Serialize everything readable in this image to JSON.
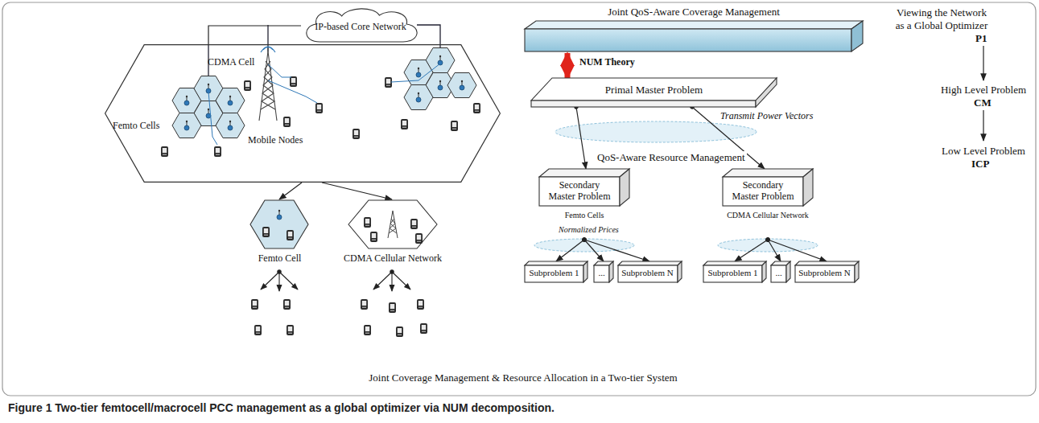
{
  "diagram": {
    "caption": "Figure 1 Two-tier femtocell/macrocell PCC management as a global optimizer via NUM decomposition.",
    "nodes": [
      {
        "text": [
          "IP-based Core Network"
        ]
      },
      {
        "text": [
          "Femto Cells",
          "CDMA Cell",
          "Mobile Nodes"
        ]
      },
      {
        "text": [
          "Femto Cell"
        ]
      },
      {
        "text": [
          "CDMA Cellular Network"
        ]
      },
      {
        "text": [
          "Joint QoS-Aware Coverage Management"
        ]
      },
      {
        "text": [
          "Primal Master Problem"
        ]
      },
      {
        "text": [
          "Secondary Master Problem",
          "Femto Cells"
        ]
      },
      {
        "text": [
          "Secondary Master Problem",
          "CDMA Cellular Network"
        ]
      },
      {
        "text": [
          "Subproblem 1"
        ]
      },
      {
        "text": [
          "..."
        ]
      },
      {
        "text": [
          "Subproblem N"
        ]
      },
      {
        "text": [
          "Subproblem 1"
        ]
      },
      {
        "text": [
          "..."
        ]
      },
      {
        "text": [
          "Subproblem N"
        ]
      }
    ],
    "edges": [
      {
        "from": 0,
        "to": 1,
        "arrow": "none"
      },
      {
        "from": 1,
        "to": 2,
        "arrow": "to"
      },
      {
        "from": 1,
        "to": 3,
        "arrow": "to"
      },
      {
        "from": 4,
        "to": 5,
        "label": "NUM Theory",
        "arrow": "both"
      },
      {
        "from": 5,
        "to": 6,
        "arrow": "to"
      },
      {
        "from": 5,
        "to": 7,
        "arrow": "to"
      },
      {
        "from": 6,
        "to": 8,
        "arrow": "to"
      },
      {
        "from": 6,
        "to": 9,
        "arrow": "to"
      },
      {
        "from": 6,
        "to": 10,
        "arrow": "to"
      },
      {
        "from": 7,
        "to": 11,
        "arrow": "to"
      },
      {
        "from": 7,
        "to": 12,
        "arrow": "to"
      },
      {
        "from": 7,
        "to": 13,
        "arrow": "to"
      }
    ],
    "labels": [
      "Transmit Power Vectors",
      "QoS-Aware Resource Management",
      "Normalized Prices",
      "Viewing the Network as a Global Optimizer",
      "P1",
      "High Level Problem",
      "CM",
      "Low Level Problem",
      "ICP",
      "Joint Coverage Management & Resource Allocation in a Two-tier System"
    ]
  }
}
